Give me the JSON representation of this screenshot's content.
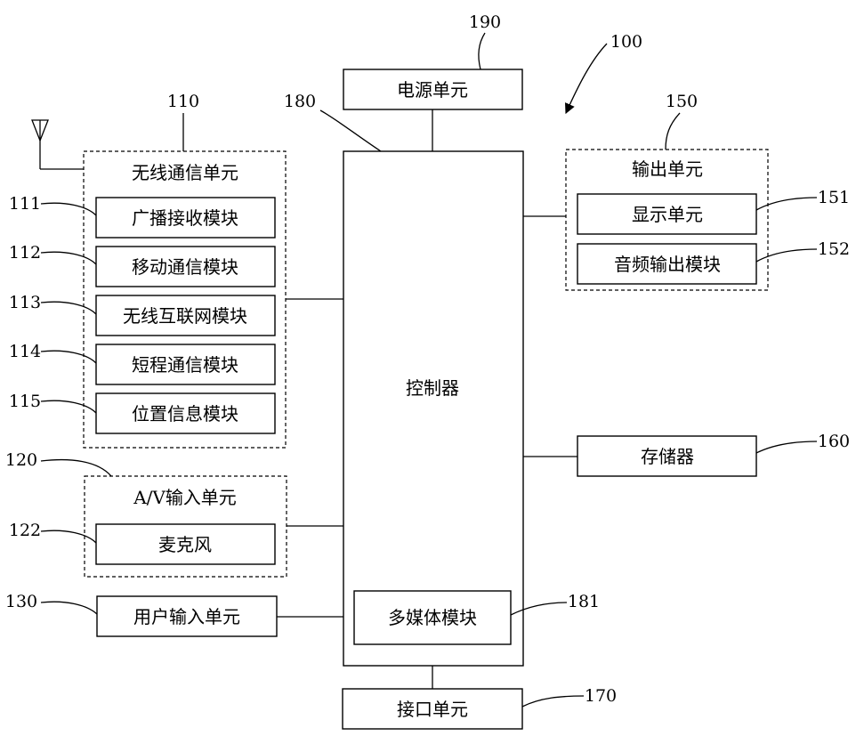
{
  "power_unit": {
    "label": "电源单元",
    "ref": "190"
  },
  "device_ref": "100",
  "controller": {
    "label": "控制器",
    "ref": "180"
  },
  "wireless_unit": {
    "label": "无线通信单元",
    "ref": "110",
    "modules": [
      {
        "label": "广播接收模块",
        "ref": "111"
      },
      {
        "label": "移动通信模块",
        "ref": "112"
      },
      {
        "label": "无线互联网模块",
        "ref": "113"
      },
      {
        "label": "短程通信模块",
        "ref": "114"
      },
      {
        "label": "位置信息模块",
        "ref": "115"
      }
    ]
  },
  "output_unit": {
    "label": "输出单元",
    "ref": "150",
    "modules": [
      {
        "label": "显示单元",
        "ref": "151"
      },
      {
        "label": "音频输出模块",
        "ref": "152"
      }
    ]
  },
  "storage": {
    "label": "存储器",
    "ref": "160"
  },
  "av_input_unit": {
    "label": "A/V输入单元",
    "ref": "120",
    "modules": [
      {
        "label": "麦克风",
        "ref": "122"
      }
    ]
  },
  "user_input_unit": {
    "label": "用户输入单元",
    "ref": "130"
  },
  "multimedia_module": {
    "label": "多媒体模块",
    "ref": "181"
  },
  "interface_unit": {
    "label": "接口单元",
    "ref": "170"
  }
}
